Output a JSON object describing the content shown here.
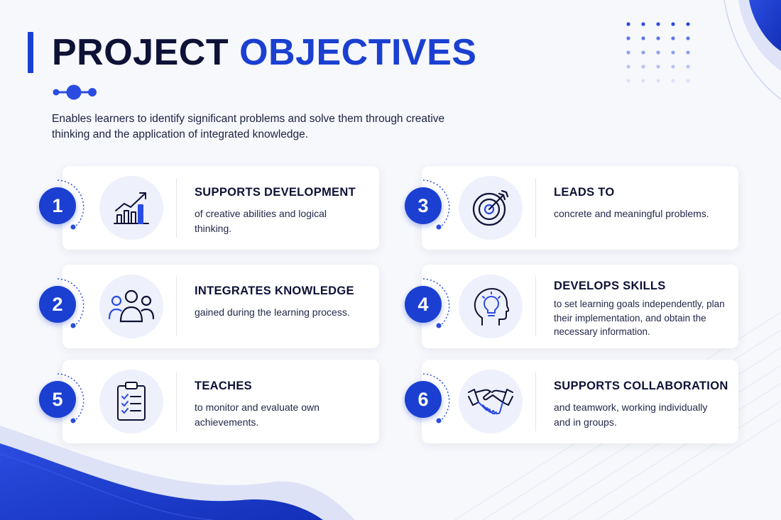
{
  "title": {
    "part1": "PROJECT",
    "part2": "OBJECTIVES"
  },
  "subtitle": "Enables learners to identify significant problems and solve them through creative thinking and the application of integrated knowledge.",
  "colors": {
    "accent": "#1a3fd1",
    "dark": "#0e1236",
    "card": "#ffffff",
    "icon_bg": "#eef0fb"
  },
  "objectives": [
    {
      "number": "1",
      "icon": "growth-chart-icon",
      "heading": "SUPPORTS DEVELOPMENT",
      "description": "of creative abilities and logical thinking."
    },
    {
      "number": "2",
      "icon": "team-icon",
      "heading": "INTEGRATES KNOWLEDGE",
      "description": "gained during the learning process."
    },
    {
      "number": "3",
      "icon": "target-icon",
      "heading": "LEADS TO",
      "description": "concrete and meaningful problems."
    },
    {
      "number": "4",
      "icon": "head-lightbulb-icon",
      "heading": "DEVELOPS SKILLS",
      "description": "to set learning goals independently, plan their implementation, and obtain the necessary information."
    },
    {
      "number": "5",
      "icon": "checklist-clipboard-icon",
      "heading": "TEACHES",
      "description": "to monitor and evaluate own achievements."
    },
    {
      "number": "6",
      "icon": "handshake-icon",
      "heading": "SUPPORTS COLLABORATION",
      "description": "and teamwork, working individually and in groups."
    }
  ]
}
